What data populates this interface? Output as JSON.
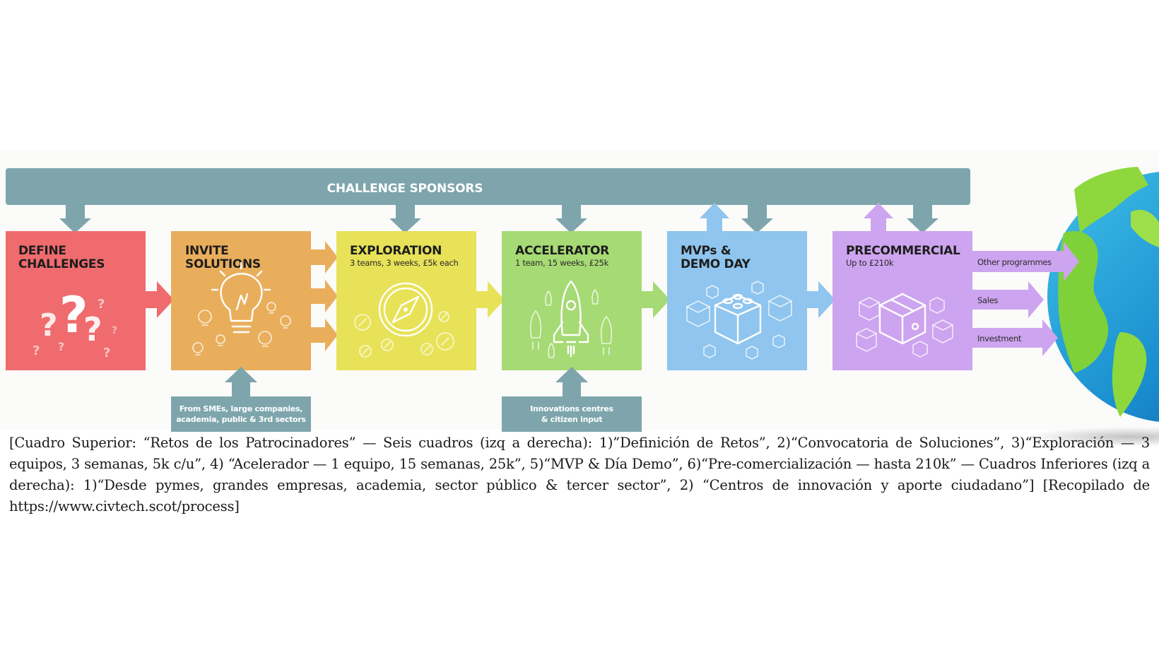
{
  "banner": {
    "label": "CHALLENGE SPONSORS"
  },
  "stages": [
    {
      "title_line1": "DEFINE",
      "title_line2": "CHALLENGES",
      "color": "#ef6b6e"
    },
    {
      "title_line1": "INVITE",
      "title_line2": "SOLUTIONS",
      "color": "#e9ae5c"
    },
    {
      "title_line1": "EXPLORATION",
      "subtitle": "3 teams, 3 weeks, £5k each",
      "color": "#e8e258"
    },
    {
      "title_line1": "ACCELERATOR",
      "subtitle": "1 team, 15 weeks, £25k",
      "color": "#a6da74"
    },
    {
      "title_line1": "MVPs &",
      "title_line2": "DEMO DAY",
      "color": "#8fc5ee"
    },
    {
      "title_line1": "PRECOMMERCIAL",
      "subtitle": "Up to £210k",
      "color": "#cda4ef"
    }
  ],
  "inputs": [
    {
      "line1": "From SMEs, large companies,",
      "line2": "academia, public & 3rd sectors"
    },
    {
      "line1": "Innovations centres",
      "line2": "& citizen input"
    }
  ],
  "outputs": [
    "Other programmes",
    "Sales",
    "Investment"
  ],
  "colors": {
    "sponsor": "#7ea5ac",
    "arrow_red": "#ef6b6e",
    "arrow_orange": "#e9ae5c",
    "arrow_yellow": "#e8e258",
    "arrow_green": "#a6da74",
    "arrow_blue": "#8fc5ee",
    "arrow_purple": "#cda4ef"
  },
  "icons": [
    "question-marks-icon",
    "light-bulb-icon",
    "compass-icon",
    "rocket-icon",
    "building-blocks-icon",
    "package-box-icon",
    "globe-icon"
  ],
  "caption": "[Cuadro Superior: “Retos de los Patrocinadores” — Seis cuadros (izq a derecha): 1)”Definición de Retos”, 2)“Convocatoria de Soluciones”, 3)“Exploración — 3 equipos, 3 semanas, 5k c/u”, 4) “Acelerador — 1 equipo, 15 semanas, 25k”, 5)“MVP & Día Demo”, 6)“Pre-comercialización — hasta 210k” — Cuadros Inferiores (izq a derecha): 1)“Desde pymes, grandes empresas, academia, sector público & tercer sector”, 2) “Centros de innovación y aporte ciudadano”] [Recopilado de https://www.civtech.scot/process]"
}
